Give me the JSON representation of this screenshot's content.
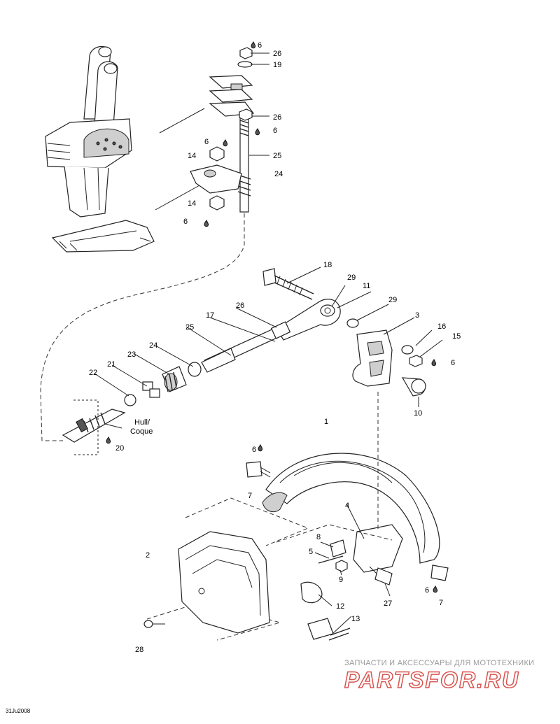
{
  "callouts": [
    {
      "id": "c-6a",
      "text": "6"
    },
    {
      "id": "c-26a",
      "text": "26"
    },
    {
      "id": "c-19",
      "text": "19"
    },
    {
      "id": "c-26b",
      "text": "26"
    },
    {
      "id": "c-6b",
      "text": "6"
    },
    {
      "id": "c-6c",
      "text": "6"
    },
    {
      "id": "c-14a",
      "text": "14"
    },
    {
      "id": "c-25a",
      "text": "25"
    },
    {
      "id": "c-24a",
      "text": "24"
    },
    {
      "id": "c-14b",
      "text": "14"
    },
    {
      "id": "c-6d",
      "text": "6"
    },
    {
      "id": "c-18",
      "text": "18"
    },
    {
      "id": "c-29a",
      "text": "29"
    },
    {
      "id": "c-11",
      "text": "11"
    },
    {
      "id": "c-29b",
      "text": "29"
    },
    {
      "id": "c-3",
      "text": "3"
    },
    {
      "id": "c-16",
      "text": "16"
    },
    {
      "id": "c-15",
      "text": "15"
    },
    {
      "id": "c-6e",
      "text": "6"
    },
    {
      "id": "c-10",
      "text": "10"
    },
    {
      "id": "c-26c",
      "text": "26"
    },
    {
      "id": "c-17",
      "text": "17"
    },
    {
      "id": "c-25b",
      "text": "25"
    },
    {
      "id": "c-24b",
      "text": "24"
    },
    {
      "id": "c-23",
      "text": "23"
    },
    {
      "id": "c-21",
      "text": "21"
    },
    {
      "id": "c-22",
      "text": "22"
    },
    {
      "id": "c-20",
      "text": "20"
    },
    {
      "id": "c-1",
      "text": "1"
    },
    {
      "id": "c-6f",
      "text": "6"
    },
    {
      "id": "c-7a",
      "text": "7"
    },
    {
      "id": "c-4",
      "text": "4"
    },
    {
      "id": "c-2",
      "text": "2"
    },
    {
      "id": "c-8",
      "text": "8"
    },
    {
      "id": "c-5",
      "text": "5"
    },
    {
      "id": "c-9",
      "text": "9"
    },
    {
      "id": "c-27",
      "text": "27"
    },
    {
      "id": "c-6g",
      "text": "6"
    },
    {
      "id": "c-7b",
      "text": "7"
    },
    {
      "id": "c-12",
      "text": "12"
    },
    {
      "id": "c-13",
      "text": "13"
    },
    {
      "id": "c-28",
      "text": "28"
    }
  ],
  "hull_label": {
    "line1": "Hull/",
    "line2": "Coque"
  },
  "watermark": {
    "tagline": "ЗАПЧАСТИ И АКСЕССУАРЫ ДЛЯ МОТОТЕХНИКИ",
    "logo": "PARTSFOR.RU"
  },
  "reference_code": "31Ju2008",
  "colors": {
    "line": "#222222",
    "watermark_logo": "#d9534f",
    "watermark_text": "#9a9a9a"
  }
}
